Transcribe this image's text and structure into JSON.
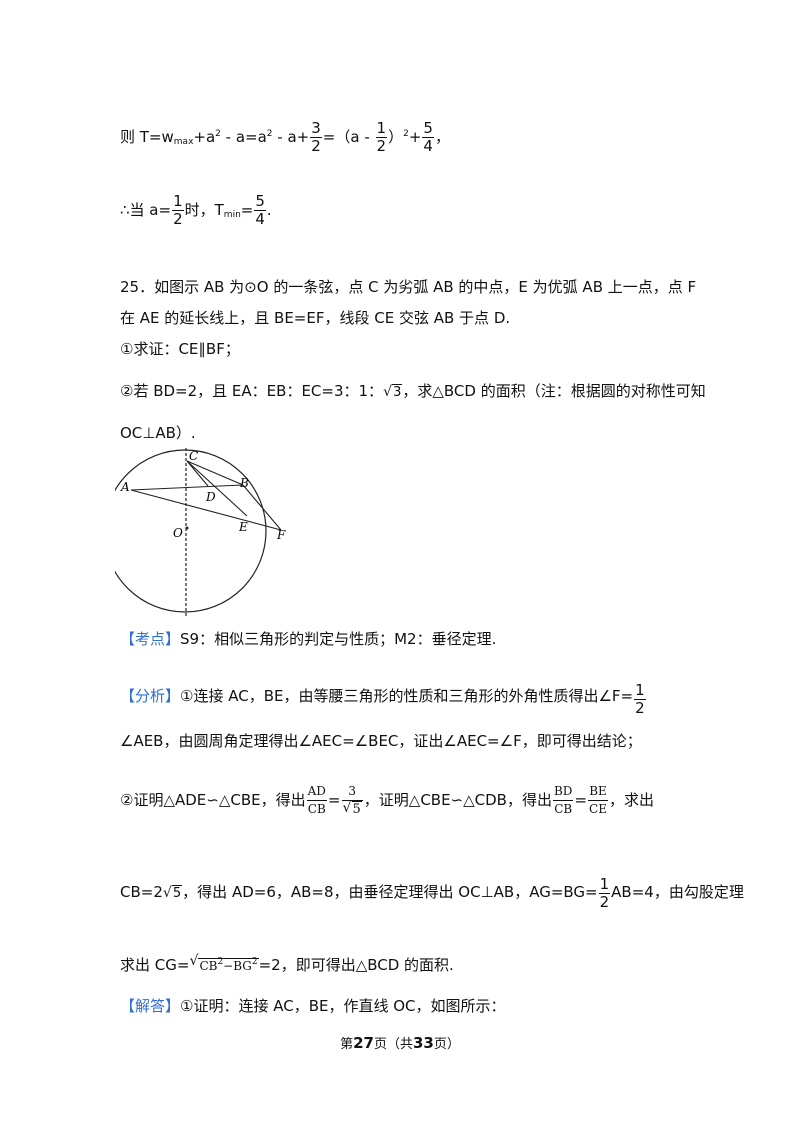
{
  "top": {
    "line1": {
      "p1": "则 T=w",
      "max": "max",
      "p2": "+a",
      "sq": "2",
      "p3": " - a=a",
      "p4": " - a+",
      "f1n": "3",
      "f1d": "2",
      "p5": "=（a - ",
      "f2n": "1",
      "f2d": "2",
      "p6": "）",
      "p7": "+",
      "f3n": "5",
      "f3d": "4",
      "p8": "，"
    },
    "line2": {
      "p1": "∴当 a=",
      "f1n": "1",
      "f1d": "2",
      "p2": "时，T",
      "min": "min",
      "p3": "=",
      "f2n": "5",
      "f2d": "4",
      "p4": "."
    }
  },
  "problem": {
    "line1": "25．如图示 AB 为⊙O 的一条弦，点 C 为劣弧 AB 的中点，E 为优弧 AB 上一点，点 F",
    "line2": "在 AE 的延长线上，且 BE=EF，线段 CE 交弦 AB 于点 D.",
    "line3": "①求证：CE∥BF；",
    "line4a": "②若 BD=2，且 EA：EB：EC=3：1：",
    "line4b": "3",
    "line4c": "，求△BCD 的面积（注：根据圆的对称性可知",
    "line5": "OC⊥AB）."
  },
  "figure": {
    "labels": {
      "A": "A",
      "B": "B",
      "C": "C",
      "D": "D",
      "E": "E",
      "F": "F",
      "O": "O"
    }
  },
  "kaodian": {
    "tag": "【考点】",
    "text": "S9：相似三角形的判定与性质；M2：垂径定理."
  },
  "fenxi": {
    "tag": "【分析】",
    "l1": "①连接 AC，BE，由等腰三角形的性质和三角形的外角性质得出∠F=",
    "l1_fn": "1",
    "l1_fd": "2",
    "l2": "∠AEB，由圆周角定理得出∠AEC=∠BEC，证出∠AEC=∠F，即可得出结论；",
    "l3a": "②证明△ADE∽△CBE，得出",
    "f1n": "AD",
    "f1d": "CB",
    "l3b": "=",
    "f2n": "3",
    "f2d": "5",
    "l3c": "，证明△CBE∽△CDB，得出",
    "f3n": "BD",
    "f3d": "CB",
    "l3d": "=",
    "f4n": "BE",
    "f4d": "CE",
    "l3e": "，求出",
    "l4a": "CB=2",
    "l4r": "5",
    "l4b": "，得出 AD=6，AB=8，由垂径定理得出 OC⊥AB，AG=BG=",
    "l4fn": "1",
    "l4fd": "2",
    "l4c": "AB=4，由勾股定理",
    "l5a": "求出 CG=",
    "l5r1": "CB",
    "l5r2": "−BG",
    "l5sq": "2",
    "l5b": "=2，即可得出△BCD 的面积."
  },
  "jieda": {
    "tag": "【解答】",
    "text": "①证明：连接 AC，BE，作直线 OC，如图所示："
  },
  "footer": {
    "a": "第",
    "page": "27",
    "b": "页（共",
    "total": "33",
    "c": "页）"
  }
}
